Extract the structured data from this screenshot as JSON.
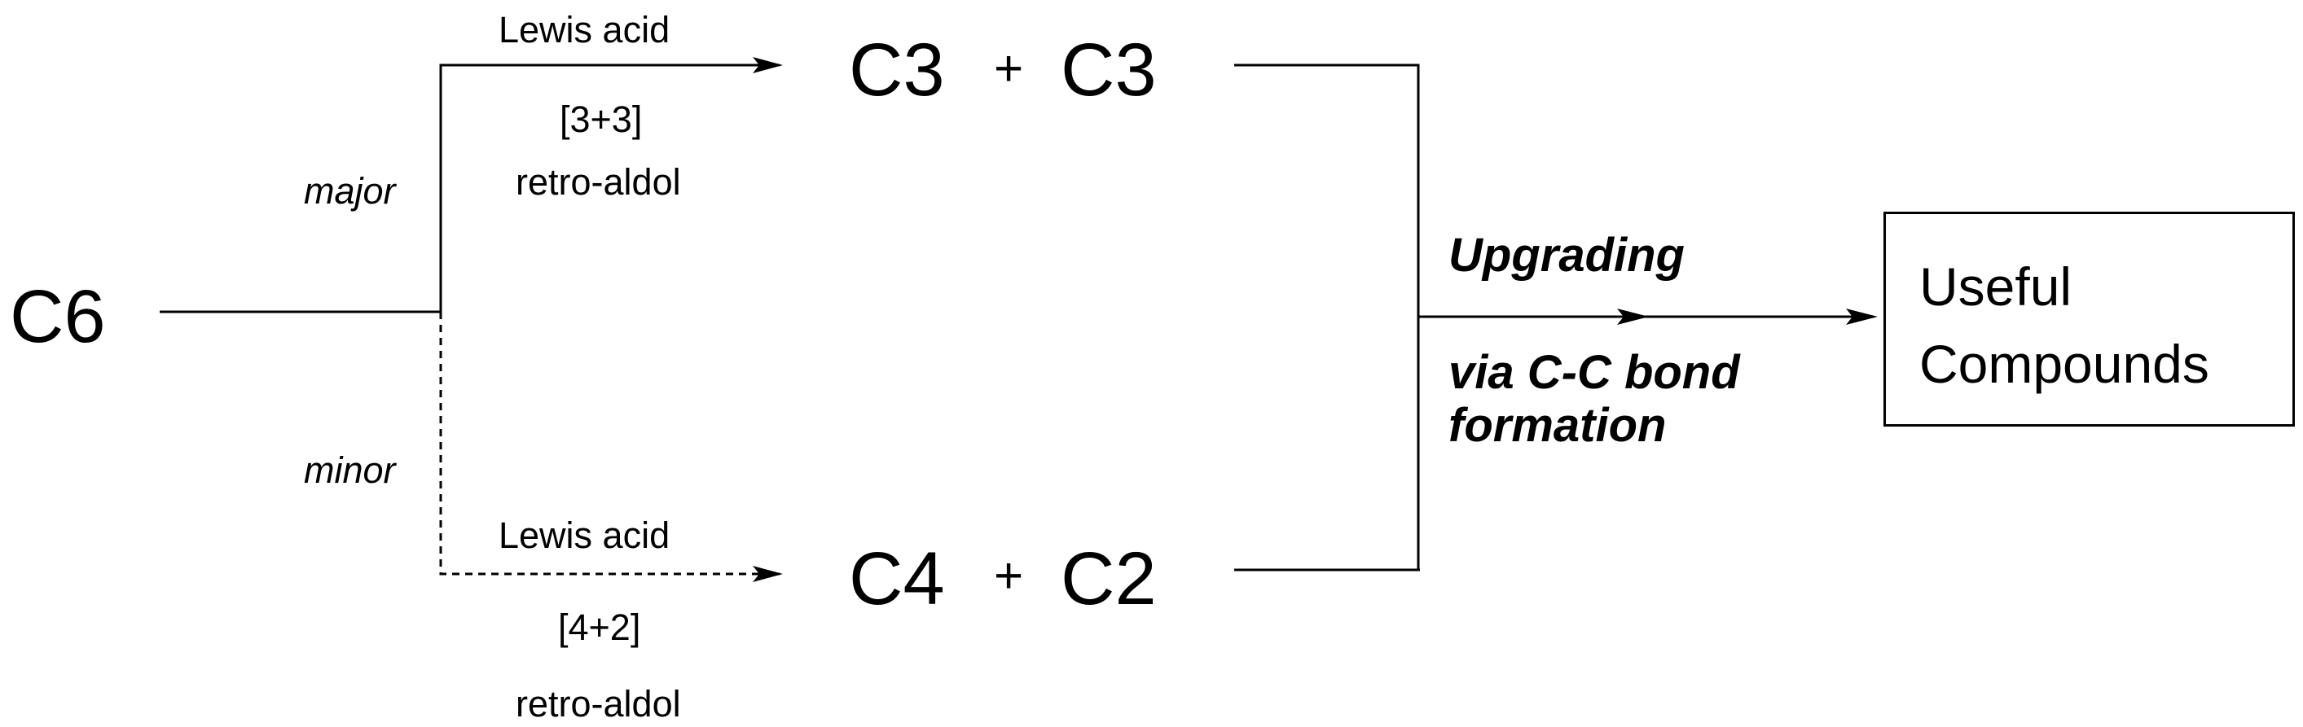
{
  "start": {
    "label": "C6"
  },
  "major_path": {
    "branch_label": "major",
    "reagent": "Lewis acid",
    "reaction_type": "[3+3]",
    "reaction_name": "retro-aldol",
    "product_left": "C3",
    "plus": "+",
    "product_right": "C3",
    "line_style": "solid"
  },
  "minor_path": {
    "branch_label": "minor",
    "reagent": "Lewis acid",
    "reaction_type": "[4+2]",
    "reaction_name": "retro-aldol",
    "product_left": "C4",
    "plus": "+",
    "product_right": "C2",
    "line_style": "dashed"
  },
  "upgrade": {
    "line1": "Upgrading",
    "line2": "via C-C bond",
    "line3": "formation"
  },
  "product": {
    "line1": "Useful",
    "line2": "Compounds"
  },
  "colors": {
    "stroke": "#000000",
    "background": "#ffffff"
  }
}
